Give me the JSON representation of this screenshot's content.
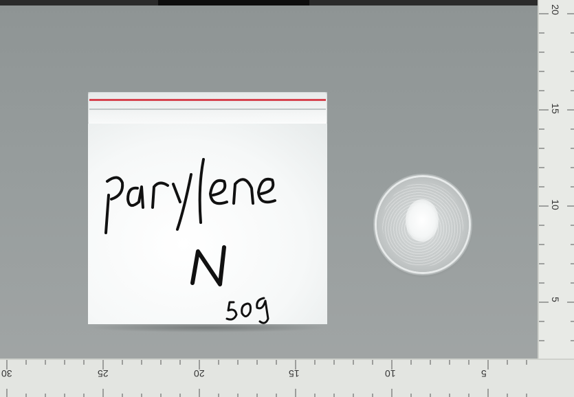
{
  "scene": {
    "description_items": [
      "plastic-bag",
      "petri-dish",
      "ruler-horizontal",
      "ruler-vertical"
    ],
    "bag_label": {
      "line1": "parylene",
      "line2": "N",
      "line3": "50g"
    },
    "ruler_vertical": {
      "numbers": [
        "20",
        "15",
        "10",
        "5"
      ]
    },
    "ruler_horizontal": {
      "numbers": [
        "30",
        "25",
        "20",
        "15",
        "10",
        "5"
      ]
    },
    "colors": {
      "background": "#979d9d",
      "seal_red": "#d6434f",
      "powder": "#ffffff",
      "ink": "#111111",
      "ruler": "#e6e8e4"
    }
  }
}
